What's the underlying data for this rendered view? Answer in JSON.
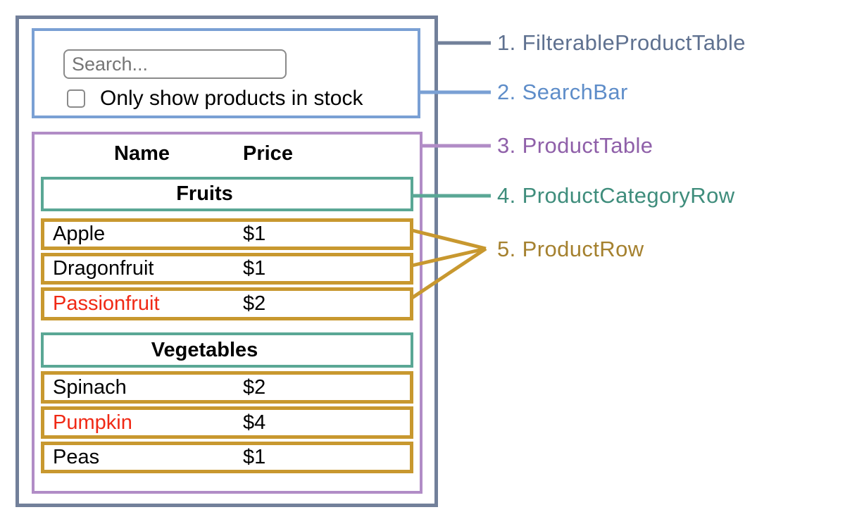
{
  "colors": {
    "filterable_product_table": "#72809a",
    "search_bar": "#7aa0d4",
    "product_table": "#b18cc6",
    "product_category_row": "#5aa795",
    "product_row": "#c8982f",
    "label_filterable_product_table": "#5f7190",
    "label_search_bar": "#5e8dc9",
    "label_product_table": "#8f60a9",
    "label_product_category_row": "#3f8d7c",
    "label_product_row": "#a5812f",
    "out_of_stock_text": "#f02915",
    "input_border": "#8a8a8a",
    "placeholder_text": "#757575"
  },
  "search_bar": {
    "input_placeholder": "Search...",
    "input_value": "",
    "checkbox_label": "Only show products in stock",
    "checkbox_checked": false
  },
  "product_table": {
    "header": {
      "name": "Name",
      "price": "Price"
    },
    "sections": [
      {
        "category": "Fruits",
        "rows": [
          {
            "name": "Apple",
            "price": "$1",
            "in_stock": true
          },
          {
            "name": "Dragonfruit",
            "price": "$1",
            "in_stock": true
          },
          {
            "name": "Passionfruit",
            "price": "$2",
            "in_stock": false
          }
        ]
      },
      {
        "category": "Vegetables",
        "rows": [
          {
            "name": "Spinach",
            "price": "$2",
            "in_stock": true
          },
          {
            "name": "Pumpkin",
            "price": "$4",
            "in_stock": false
          },
          {
            "name": "Peas",
            "price": "$1",
            "in_stock": true
          }
        ]
      }
    ]
  },
  "legend": [
    {
      "text": "1. FilterableProductTable"
    },
    {
      "text": "2. SearchBar"
    },
    {
      "text": "3. ProductTable"
    },
    {
      "text": "4. ProductCategoryRow"
    },
    {
      "text": "5. ProductRow"
    }
  ]
}
